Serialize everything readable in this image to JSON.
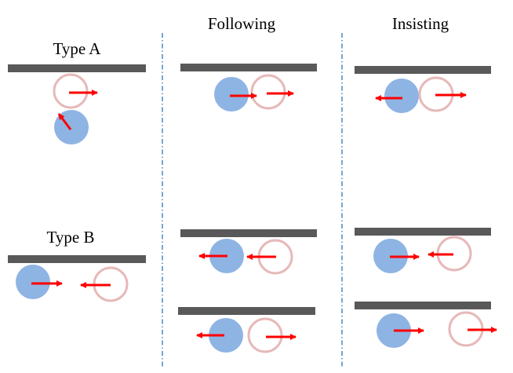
{
  "labels": {
    "type_a": "Type A",
    "type_b": "Type B",
    "following": "Following",
    "insisting": "Insisting"
  },
  "colors": {
    "background": "#ffffff",
    "wall": "#595959",
    "filled_circle": "#8eb4e3",
    "hollow_circle_stroke": "#e6b9b8",
    "arrow": "#ff0000",
    "divider": "#2e75b6"
  }
}
